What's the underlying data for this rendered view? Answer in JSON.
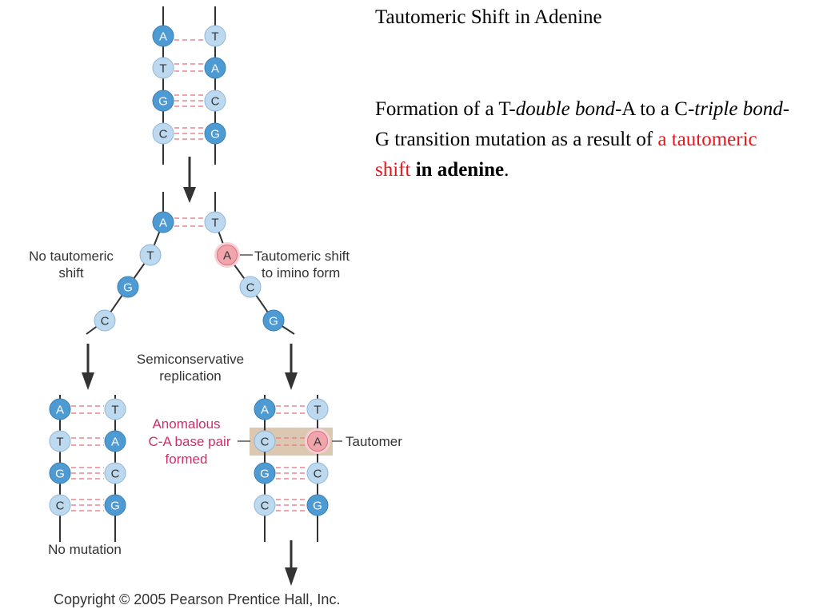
{
  "title": "Tautomeric Shift in Adenine",
  "body": {
    "part1": "Formation of a T-",
    "part2": "double bond",
    "part3": "-A to a C-",
    "part4": "triple bond",
    "part5": "-G transition mutation as a result of ",
    "red": "a tautomeric shift",
    "space": " ",
    "bold": "in adenine",
    "end": "."
  },
  "labels": {
    "no_shift_1": "No tautomeric",
    "no_shift_2": "shift",
    "shift_1": "Tautomeric shift",
    "shift_2": "to imino form",
    "semi_1": "Semiconservative",
    "semi_2": "replication",
    "anomalous_1": "Anomalous",
    "anomalous_2": "C-A base pair",
    "anomalous_3": "formed",
    "tautomer": "Tautomer",
    "no_mutation": "No mutation"
  },
  "copyright": "Copyright © 2005 Pearson Prentice Hall, Inc.",
  "colors": {
    "dark_base": "#4e9ad2",
    "light_base": "#bcd9f0",
    "tautomer_base": "#f0a5ad",
    "bond": "#e8868f",
    "highlight": "#dcc8b0",
    "pink_label": "#cf2e6b",
    "red_text": "#e8151c"
  },
  "bases": {
    "top_left": [
      "A",
      "T",
      "G",
      "C"
    ],
    "top_right": [
      "T",
      "A",
      "C",
      "G"
    ],
    "fork_top_left": "A",
    "fork_top_right": "T",
    "fork_left": [
      "T",
      "G",
      "C"
    ],
    "fork_right": [
      "A",
      "C",
      "G"
    ],
    "bl_left": [
      "A",
      "T",
      "G",
      "C"
    ],
    "bl_right": [
      "T",
      "A",
      "C",
      "G"
    ],
    "br_left": [
      "A",
      "C",
      "G",
      "C"
    ],
    "br_right": [
      "T",
      "A",
      "C",
      "G"
    ]
  }
}
